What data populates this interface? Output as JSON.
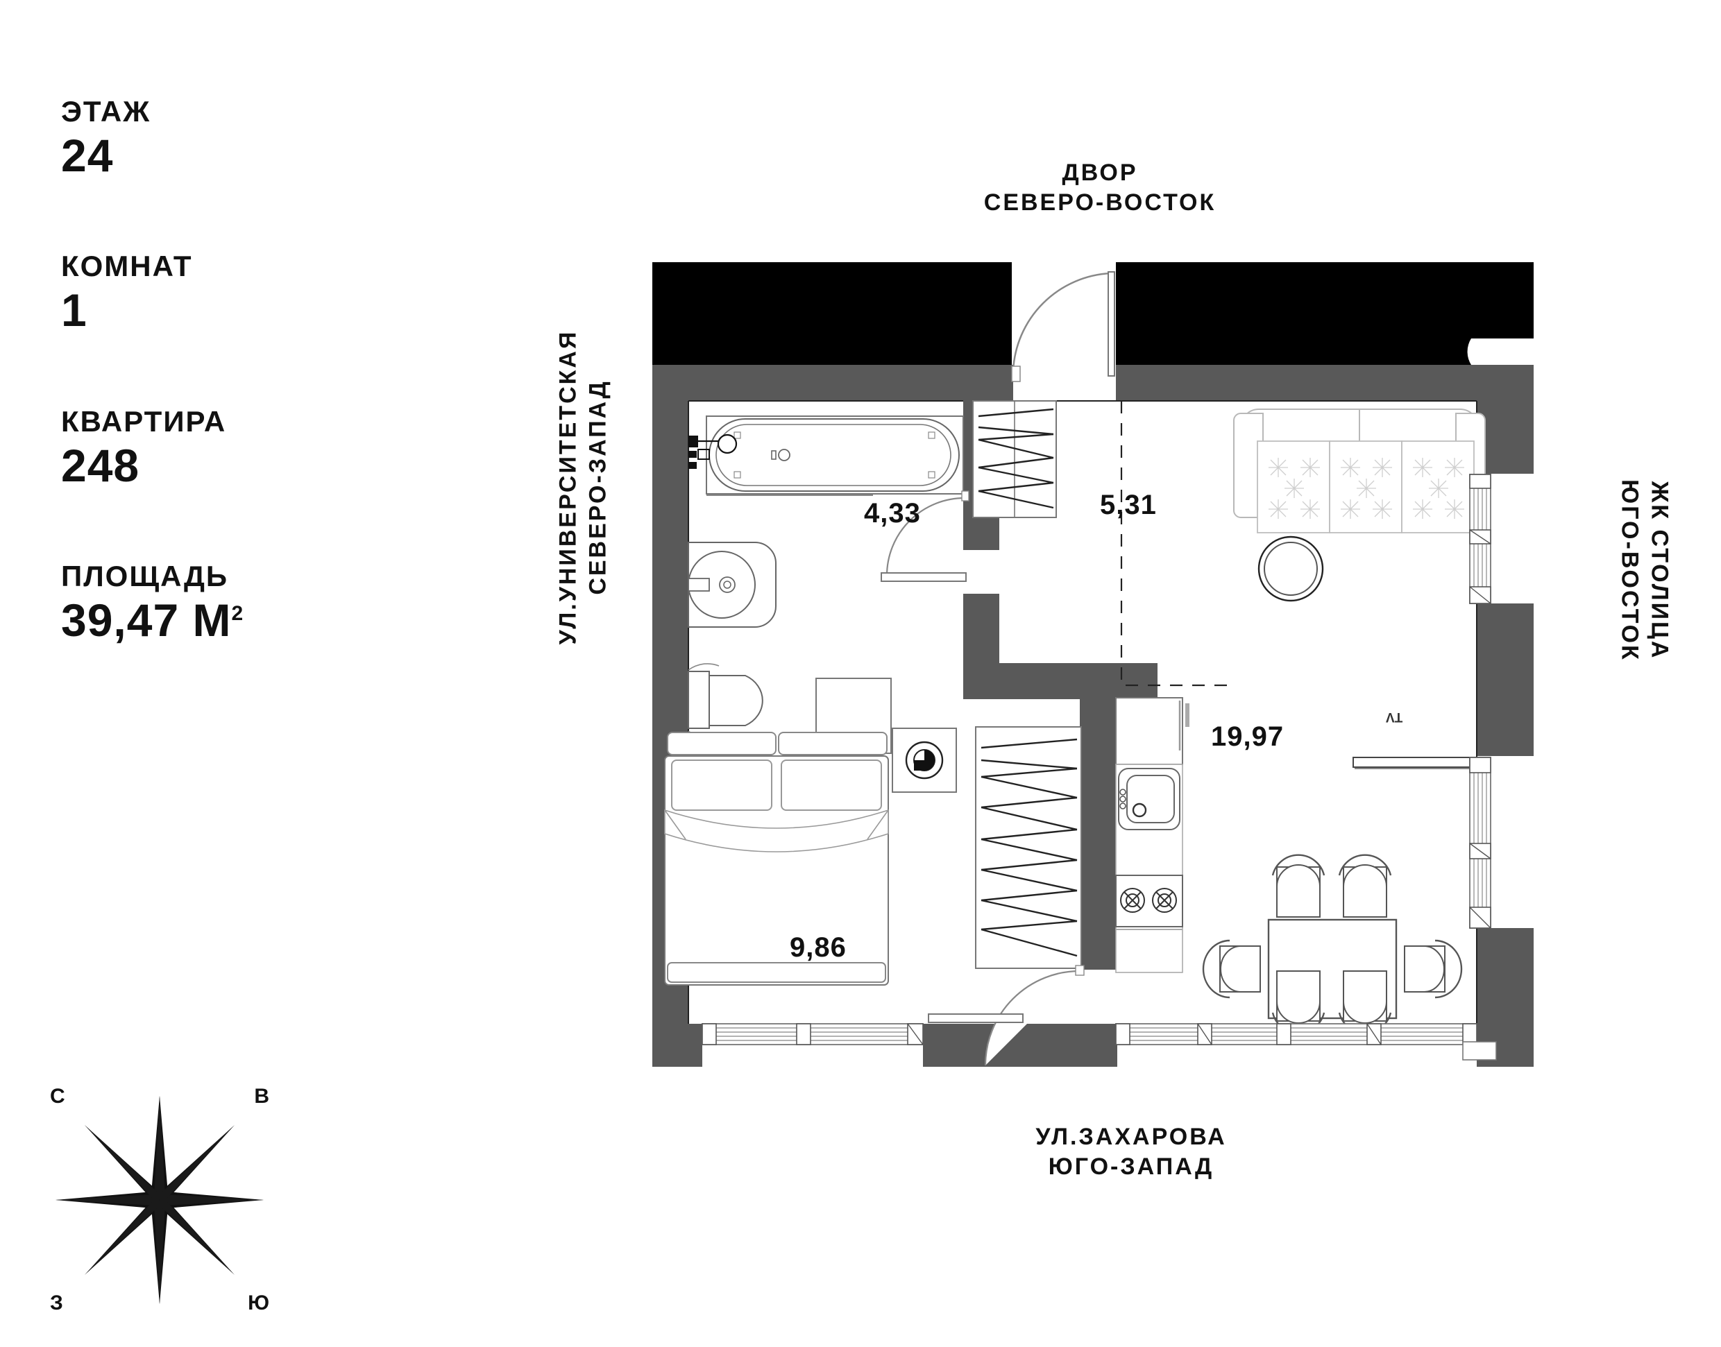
{
  "info": {
    "blocks": [
      {
        "label": "ЭТАЖ",
        "value": "24"
      },
      {
        "label": "КОМНАТ",
        "value": "1"
      },
      {
        "label": "КВАРТИРА",
        "value": "248"
      },
      {
        "label": "ПЛОЩАДЬ",
        "value": "39,47 М",
        "sup": "2"
      }
    ]
  },
  "orientation": {
    "top": {
      "line1": "ДВОР",
      "line2": "СЕВЕРО-ВОСТОК"
    },
    "bottom": {
      "line1": "УЛ.ЗАХАРОВА",
      "line2": "ЮГО-ЗАПАД"
    },
    "left": {
      "line1": "УЛ.УНИВЕРСИТЕТСКАЯ",
      "line2": "СЕВЕРО-ЗАПАД"
    },
    "right": {
      "line1": "ЖК СТОЛИЦА",
      "line2": "ЮГО-ВОСТОК"
    }
  },
  "compass": {
    "north": "С",
    "east": "В",
    "west": "З",
    "south": "Ю"
  },
  "rooms": [
    {
      "name": "bathroom",
      "area": "4,33"
    },
    {
      "name": "hallway",
      "area": "5,31"
    },
    {
      "name": "bedroom",
      "area": "9,86"
    },
    {
      "name": "living-kitchen",
      "area": "19,97"
    }
  ],
  "annotations": {
    "tv": "TV"
  },
  "colors": {
    "wall_interior": "#595959",
    "wall_exterior": "#000000",
    "furniture_line": "#555555",
    "text": "#111111",
    "background": "#ffffff"
  },
  "chart_data": {
    "type": "table",
    "title": "Квартира 248 — поэтажный план",
    "categories": [
      "4,33",
      "5,31",
      "9,86",
      "19,97"
    ],
    "values": [
      4.33,
      5.31,
      9.86,
      19.97
    ],
    "total": 39.47,
    "unit": "м²"
  }
}
